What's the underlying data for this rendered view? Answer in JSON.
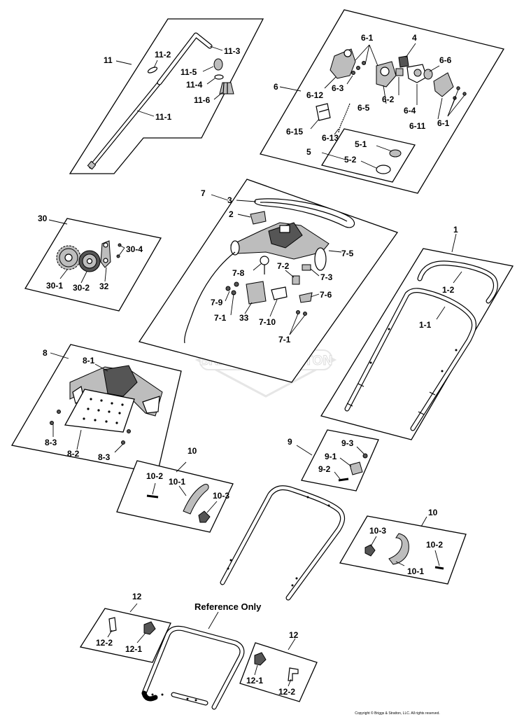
{
  "callouts": {
    "p11": "11",
    "p11_1": "11-1",
    "p11_2": "11-2",
    "p11_3": "11-3",
    "p11_4": "11-4",
    "p11_5": "11-5",
    "p11_6": "11-6",
    "p6": "6",
    "p6_1a": "6-1",
    "p6_1b": "6-1",
    "p6_2": "6-2",
    "p6_3": "6-3",
    "p6_4": "6-4",
    "p6_5": "6-5",
    "p6_6": "6-6",
    "p6_11": "6-11",
    "p6_12": "6-12",
    "p6_13": "6-13",
    "p6_15": "6-15",
    "p4": "4",
    "p5": "5",
    "p5_1": "5-1",
    "p5_2": "5-2",
    "p7": "7",
    "p3": "3",
    "p2": "2",
    "p7_5": "7-5",
    "p7_8": "7-8",
    "p7_2": "7-2",
    "p7_3": "7-3",
    "p7_6": "7-6",
    "p7_9": "7-9",
    "p7_1a": "7-1",
    "p33": "33",
    "p7_10": "7-10",
    "p7_1b": "7-1",
    "p30": "30",
    "p30_4": "30-4",
    "p30_1": "30-1",
    "p30_2": "30-2",
    "p32": "32",
    "p1": "1",
    "p1_2": "1-2",
    "p1_1": "1-1",
    "p8": "8",
    "p8_1": "8-1",
    "p8_3a": "8-3",
    "p8_2": "8-2",
    "p8_3b": "8-3",
    "p9": "9",
    "p9_3": "9-3",
    "p9_1": "9-1",
    "p9_2": "9-2",
    "p10a": "10",
    "p10_2a": "10-2",
    "p10_1a": "10-1",
    "p10_3a": "10-3",
    "p10b": "10",
    "p10_3b": "10-3",
    "p10_2b": "10-2",
    "p10_1b": "10-1",
    "p12a": "12",
    "p12_2a": "12-2",
    "p12_1a": "12-1",
    "p12b": "12",
    "p12_1b": "12-1",
    "p12_2b": "12-2"
  },
  "reference_label": "Reference Only",
  "watermark": "BRIGGS&STRATTON",
  "copyright": "Copyright © Briggs & Stratton, LLC. All rights reserved."
}
